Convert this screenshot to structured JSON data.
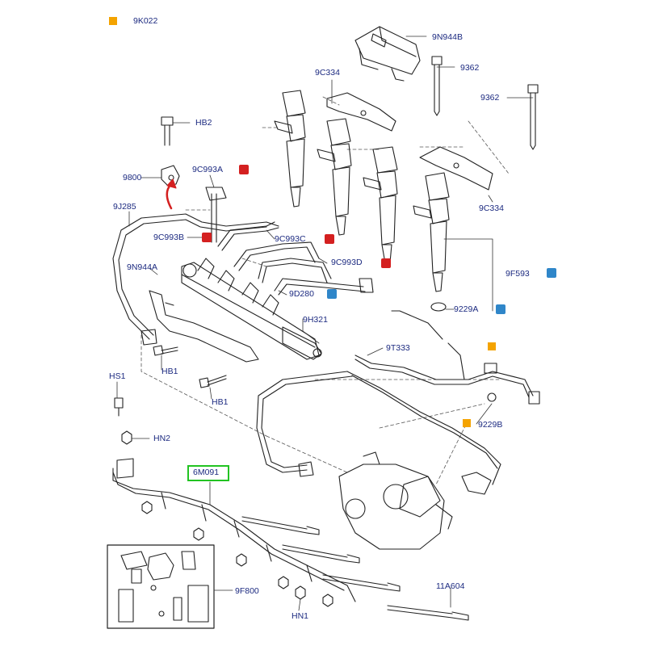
{
  "colors": {
    "label_text": "#1c2a80",
    "line": "#222222",
    "leader": "#333333",
    "orange_marker": "#f4a300",
    "red_badge": "#d42020",
    "blue_badge": "#2f86c9",
    "highlight_box": "#22c322",
    "arrow": "#d42020"
  },
  "labels": {
    "l9k022": "9K022",
    "l9n944b": "9N944B",
    "l9362a": "9362",
    "l9c334a": "9C334",
    "l9362b": "9362",
    "lhb2": "HB2",
    "l9800": "9800",
    "l9c993a": "9C993A",
    "l9j285": "9J285",
    "l9c334b": "9C334",
    "l9c993b": "9C993B",
    "l9c993c": "9C993C",
    "l9n944a": "9N944A",
    "l9c993d": "9C993D",
    "l9f593": "9F593",
    "l9d280": "9D280",
    "l9229a": "9229A",
    "l9h321": "9H321",
    "lhb1a": "HB1",
    "l9t333": "9T333",
    "lhs1": "HS1",
    "lhb1b": "HB1",
    "l9229b": "9229B",
    "lhn2": "HN2",
    "l6m091": "6M091",
    "l9f800": "9F800",
    "l11a604": "11A604",
    "lhn1": "HN1"
  },
  "icons": {
    "legend_marker": "orange-square",
    "red_badge": "red-connector-badge",
    "blue_badge": "blue-connector-badge",
    "arrow": "red-curved-arrow"
  }
}
